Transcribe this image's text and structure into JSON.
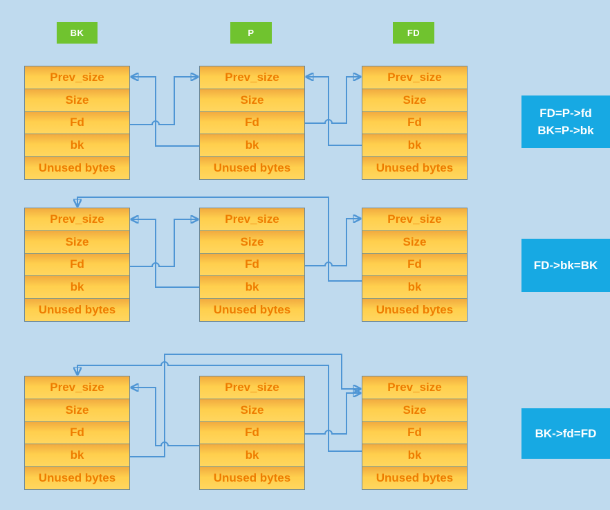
{
  "fields": [
    "Prev_size",
    "Size",
    "Fd",
    "bk",
    "Unused bytes"
  ],
  "tags": {
    "bk": "BK",
    "p": "P",
    "fd": "FD"
  },
  "notes": {
    "step1": [
      "FD=P->fd",
      "BK=P->bk"
    ],
    "step2": "FD->bk=BK",
    "step3": "BK->fd=FD"
  },
  "colors": {
    "background": "#BFDAEE",
    "arrow": "#4E95D4",
    "chunk_fill_top": "#F1AB40",
    "chunk_fill_mid": "#FFCF4D",
    "chunk_fill_bottom": "#FFD65F",
    "chunk_border": "#7f9183",
    "chunk_outline": "#6d8896",
    "chunk_text": "#EE7C00",
    "tag_bg": "#70C32F",
    "tag_text": "#FFFFFF",
    "note_bg": "#17A9E3",
    "note_text": "#FFFFFF"
  }
}
